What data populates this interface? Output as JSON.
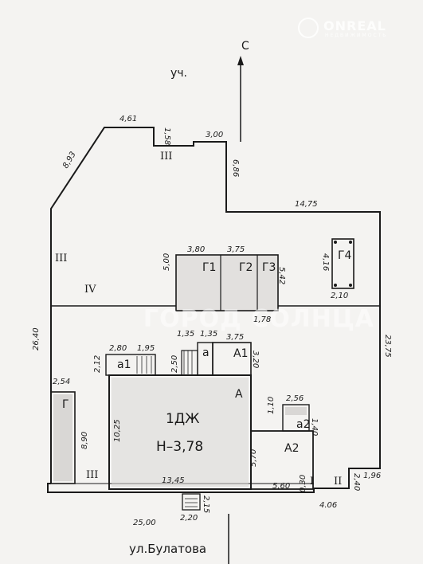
{
  "compass": "С",
  "neighbor_lot": "уч.",
  "street": "ул.Булатова",
  "watermark": "ГОРОД СОЛНЦА",
  "logo": {
    "brand": "ONREAL",
    "sub": "НЕДВИЖИМОСТЬ"
  },
  "rooms": {
    "main": "1ДЖ",
    "main_height": "Н–3,78",
    "A": "А",
    "A1": "А1",
    "A2": "А2",
    "a": "а",
    "a1": "а1",
    "a2": "а2",
    "G": "Г",
    "G1": "Г1",
    "G2": "Г2",
    "G3": "Г3",
    "G4": "Г4"
  },
  "roman": {
    "r3_top": "III",
    "r3_left": "III",
    "r4": "IV",
    "r3_bottom": "III",
    "r1": "I",
    "r2": "II"
  },
  "dims": {
    "d4_61": "4,61",
    "d1_58": "1,58",
    "d3_00": "3,00",
    "d8_93": "8,93",
    "d6_86": "6,86",
    "d14_75": "14,75",
    "d3_80": "3,80",
    "d3_75_g": "3,75",
    "d5_00": "5,00",
    "d5_42": "5,42",
    "d1_78": "1,78",
    "d4_16": "4,16",
    "d2_10": "2,10",
    "d26_40": "26,40",
    "d23_75": "23,75",
    "d1_35a": "1,35",
    "d1_35b": "1,35",
    "d3_75_a": "3,75",
    "d2_80": "2,80",
    "d1_95": "1,95",
    "d2_12": "2,12",
    "d2_50": "2,50",
    "d3_20": "3,20",
    "d2_54": "2,54",
    "d8_90": "8,90",
    "d10_25": "10,25",
    "d1_10": "1,10",
    "d2_56": "2,56",
    "d1_40": "1,40",
    "d5_70": "5,70",
    "d13_45": "13,45",
    "d5_60": "5,60",
    "d2_40": "2,40",
    "d1_96": "1,96",
    "d0_30": "0,30",
    "d4_06": "4.06",
    "d25_00": "25,00",
    "d2_20": "2,20",
    "d2_15": "2,15"
  }
}
